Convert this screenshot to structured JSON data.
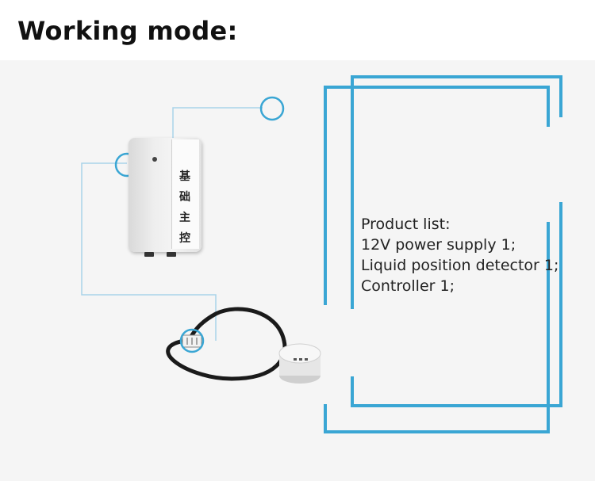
{
  "title": "Working mode:",
  "controller_label": [
    "基",
    "础",
    "主",
    "控"
  ],
  "product_list": {
    "heading": "Product list:",
    "items": [
      "12V power supply 1;",
      "Liquid position detector 1;",
      "Controller 1;"
    ]
  },
  "colors": {
    "accent_blue": "#3aa6d4",
    "wire": "#a9d3ea",
    "cable": "#1a1a1a"
  }
}
